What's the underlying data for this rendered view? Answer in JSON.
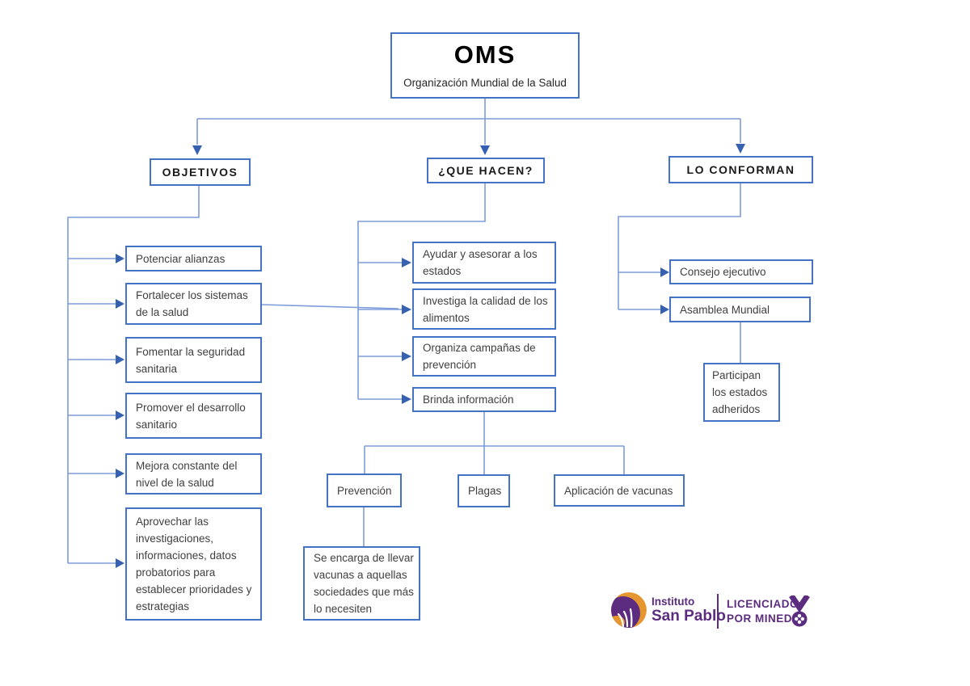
{
  "palette": {
    "box_border": "#4472C4",
    "connector_line": "#7E9CD9",
    "arrowhead": "#3660B0",
    "text": "#3F3F3F",
    "brand_purple": "#5B2C7F",
    "brand_orange": "#E6962E"
  },
  "root": {
    "title": "OMS",
    "subtitle": "Organización Mundial de la Salud"
  },
  "objetivos": {
    "label": "OBJETIVOS",
    "items": [
      "Potenciar alianzas",
      "Fortalecer los sistemas de la salud",
      "Fomentar la seguridad sanitaria",
      "Promover el desarrollo sanitario",
      "Mejora constante del nivel de la salud",
      "Aprovechar las investigaciones, informaciones, datos probatorios para establecer prioridades y estrategias"
    ]
  },
  "que_hacen": {
    "label": "¿QUE HACEN?",
    "items": [
      "Ayudar y asesorar a los estados",
      "Investiga la calidad de los alimentos",
      "Organiza campañas de prevención",
      "Brinda información"
    ],
    "children": [
      "Prevención",
      "Plagas",
      "Aplicación de vacunas"
    ],
    "prevencion_detail": "Se encarga de llevar vacunas a aquellas sociedades que más lo necesiten"
  },
  "lo_conforman": {
    "label": "LO CONFORMAN",
    "items": [
      "Consejo ejecutivo",
      "Asamblea Mundial"
    ],
    "asamblea_detail": "Participan los estados adheridos"
  },
  "footer": {
    "brand_line1": "Instituto",
    "brand_line2": "San Pablo",
    "license_line1": "LICENCIADO",
    "license_line2": "POR MINEDU"
  }
}
